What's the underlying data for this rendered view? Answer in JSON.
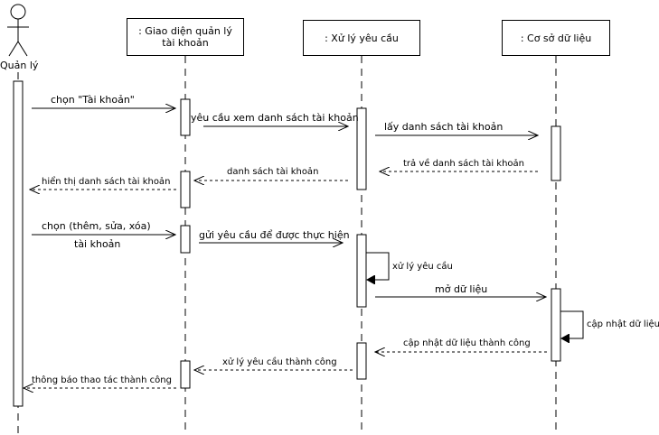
{
  "actor": {
    "name": "Quản lý"
  },
  "lifelines": {
    "ui": ": Giao diện quản lý tài khoản",
    "handler": ": Xử lý yêu cầu",
    "db": ": Cơ sở dữ liệu"
  },
  "messages": {
    "m1": "chọn \"Tài khoản\"",
    "m2": "yêu cầu xem danh sách tài khoản",
    "m3": "lấy danh sách tài khoản",
    "m4": "trả về danh sách tài khoản",
    "m5": "danh sách tài khoản",
    "m6": "hiển thị danh sách tài khoản",
    "m7a": "chọn (thêm, sửa, xóa)",
    "m7b": "tài khoản",
    "m8": "gửi yêu cầu để được thực hiện",
    "m9": "xử lý yêu cầu",
    "m10": "mở dữ liệu",
    "m11": "cập nhật dữ liệu",
    "m12": "cập nhật dữ liệu thành công",
    "m13": "xử lý yêu cầu thành công",
    "m14": "thông báo thao tác thành công"
  }
}
